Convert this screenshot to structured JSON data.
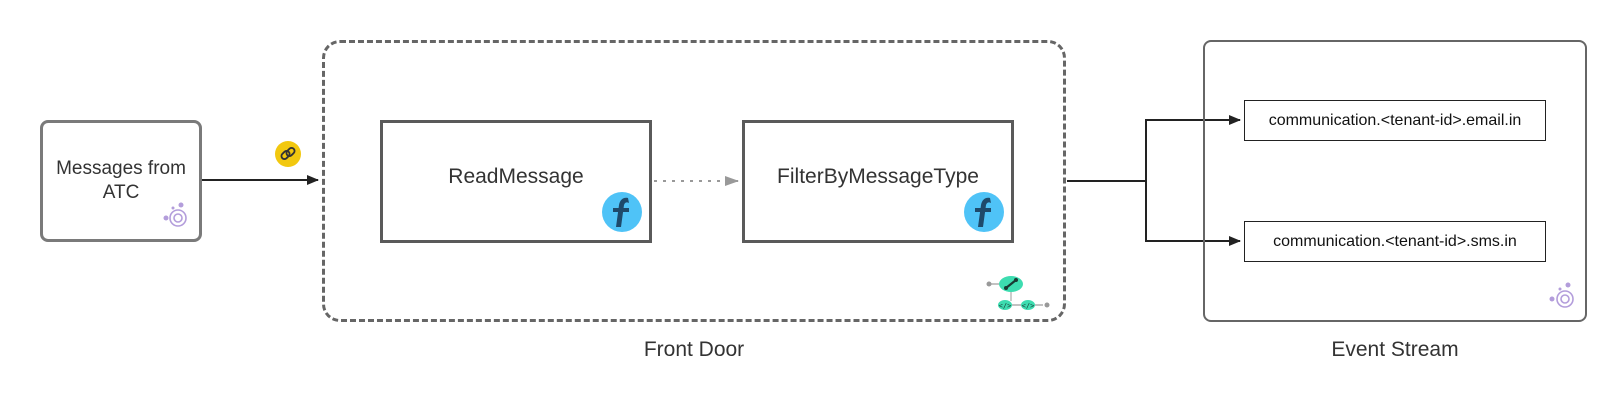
{
  "diagram": {
    "source": {
      "label": "Messages from ATC",
      "icon": "event-source-icon"
    },
    "front_door": {
      "caption": "Front Door",
      "functions": [
        {
          "label": "ReadMessage",
          "icon": "function-icon"
        },
        {
          "label": "FilterByMessageType",
          "icon": "function-icon"
        }
      ],
      "corner_icon": "api-flow-icon"
    },
    "event_stream": {
      "caption": "Event Stream",
      "topics": [
        {
          "label": "communication.<tenant-id>.email.in"
        },
        {
          "label": "communication.<tenant-id>.sms.in"
        }
      ],
      "corner_icon": "event-stream-icon"
    },
    "link_icon": "link-icon",
    "colors": {
      "function_icon_light": "#4fc3f7",
      "function_icon_dark": "#1e4a6b",
      "link_icon": "#f2c80f",
      "api_icon": "#3ddcb0",
      "event_icon": "#b39ddb"
    }
  }
}
